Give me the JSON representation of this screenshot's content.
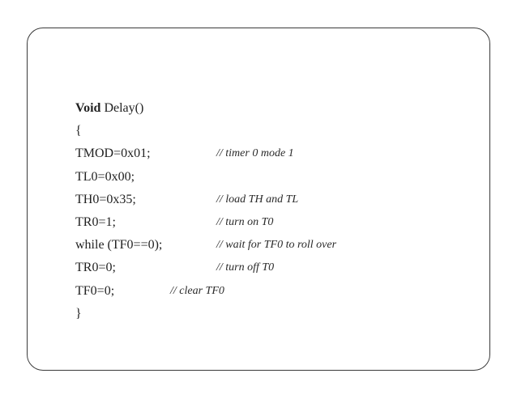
{
  "code": {
    "header_keyword": "Void",
    "header_rest": " Delay()",
    "lines": [
      {
        "stmt": "{",
        "comment": ""
      },
      {
        "stmt": "TMOD=0x01;",
        "comment": "// timer 0 mode 1"
      },
      {
        "stmt": "TL0=0x00;",
        "comment": ""
      },
      {
        "stmt": "TH0=0x35;",
        "comment": "// load TH and TL"
      },
      {
        "stmt": "TR0=1;",
        "comment": "// turn on T0"
      },
      {
        "stmt": "while (TF0==0);",
        "comment": "// wait for TF0 to roll over"
      },
      {
        "stmt": "TR0=0;",
        "comment": "// turn off T0"
      },
      {
        "stmt": "TF0=0;",
        "comment": "// clear TF0"
      },
      {
        "stmt": "}",
        "comment": ""
      }
    ]
  }
}
